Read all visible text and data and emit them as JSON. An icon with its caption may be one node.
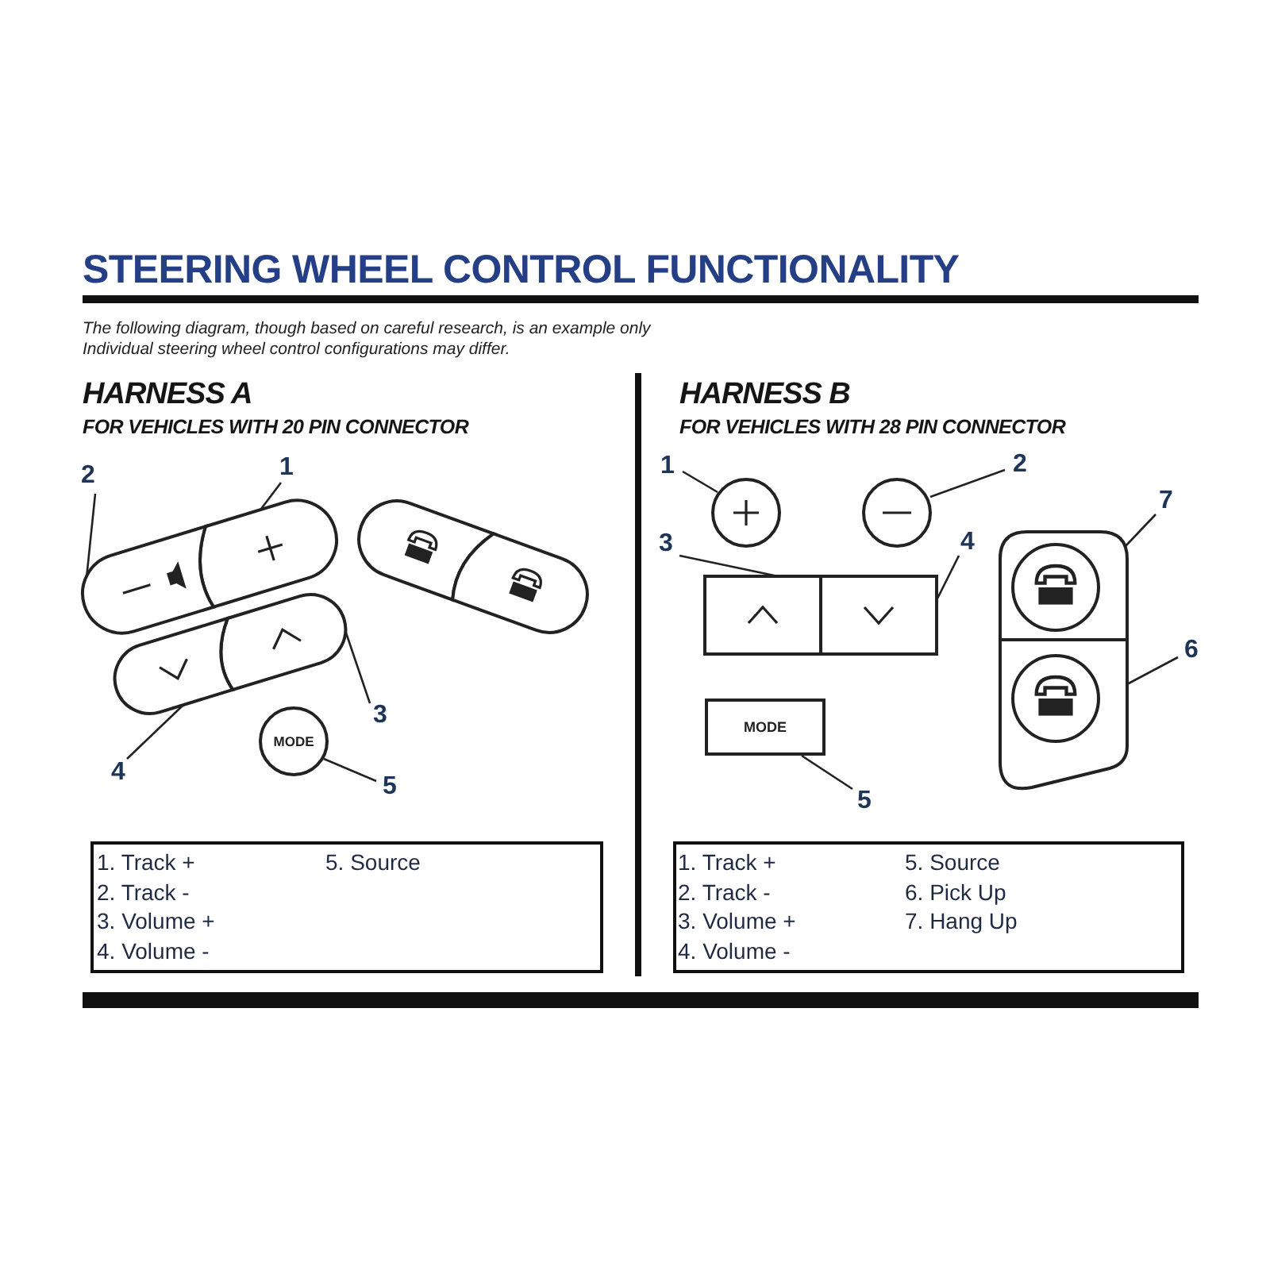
{
  "diagram": {
    "title": "STEERING WHEEL CONTROL FUNCTIONALITY",
    "nodes": [
      {
        "text": [
          "1"
        ]
      },
      {
        "text": [],
        "shape": "box"
      },
      {
        "text": [
          "2"
        ]
      },
      {
        "text": [],
        "shape": "box"
      },
      {
        "text": [
          "3"
        ]
      },
      {
        "text": [],
        "shape": "box"
      },
      {
        "text": [
          "4"
        ]
      },
      {
        "text": [],
        "shape": "box"
      },
      {
        "text": [
          "5"
        ]
      },
      {
        "text": [
          "MODE"
        ]
      },
      {
        "text": [
          "1"
        ]
      },
      {
        "text": [],
        "shape": "circle"
      },
      {
        "text": [
          "2"
        ]
      },
      {
        "text": [],
        "shape": "circle"
      },
      {
        "text": [
          "3"
        ]
      },
      {
        "text": [],
        "shape": "box"
      },
      {
        "text": [
          "4"
        ]
      },
      {
        "text": [],
        "shape": "box"
      },
      {
        "text": [
          "5"
        ]
      },
      {
        "text": [
          "MODE"
        ]
      },
      {
        "text": [
          "7"
        ]
      },
      {
        "text": [],
        "shape": "box"
      },
      {
        "text": [
          "6"
        ]
      },
      {
        "text": [],
        "shape": "box"
      }
    ],
    "edges": [
      {
        "from": 0,
        "to": 1,
        "arrow": "none"
      },
      {
        "from": 2,
        "to": 3,
        "arrow": "none"
      },
      {
        "from": 4,
        "to": 5,
        "arrow": "none"
      },
      {
        "from": 6,
        "to": 7,
        "arrow": "none"
      },
      {
        "from": 8,
        "to": 9,
        "arrow": "none"
      },
      {
        "from": 10,
        "to": 11,
        "arrow": "none"
      },
      {
        "from": 12,
        "to": 13,
        "arrow": "none"
      },
      {
        "from": 14,
        "to": 15,
        "arrow": "none"
      },
      {
        "from": 16,
        "to": 17,
        "arrow": "none"
      },
      {
        "from": 18,
        "to": 19,
        "arrow": "none"
      },
      {
        "from": 20,
        "to": 21,
        "arrow": "none"
      },
      {
        "from": 22,
        "to": 23,
        "arrow": "none"
      }
    ],
    "labels": [
      "The following diagram, though based on careful research, is an example only",
      "Individual steering wheel control configurations may differ.",
      "HARNESS A",
      "FOR VEHICLES WITH 20 PIN CONNECTOR",
      "HARNESS B",
      "FOR VEHICLES WITH 28 PIN CONNECTOR",
      "1. Track +",
      "5. Source",
      "2. Track -",
      "3. Volume +",
      "4. Volume -",
      "1. Track +",
      "5. Source",
      "2. Track -",
      "6. Pick Up",
      "3. Volume +",
      "7. Hang Up",
      "4. Volume -"
    ]
  }
}
